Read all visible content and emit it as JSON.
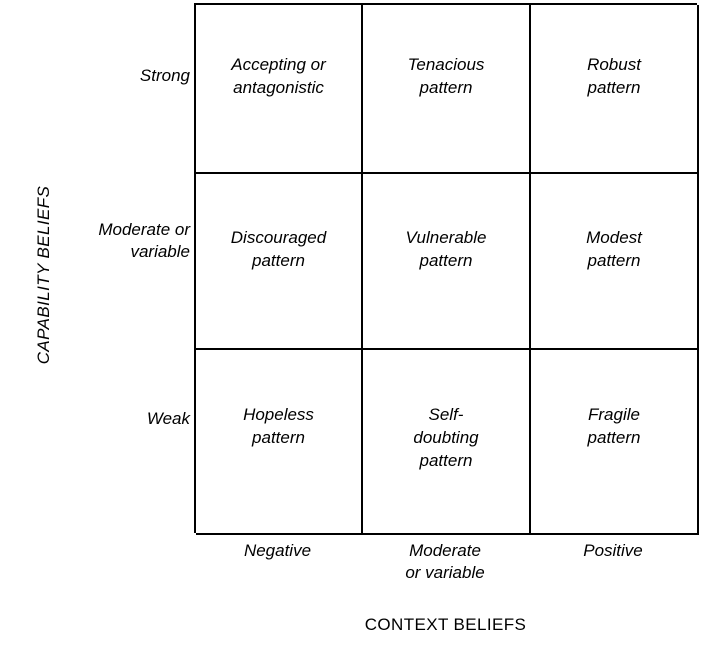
{
  "axes": {
    "y_title": "CAPABILITY BELIEFS",
    "x_title": "CONTEXT BELIEFS",
    "row_labels": [
      "Strong",
      "Moderate or\nvariable",
      "Weak"
    ],
    "col_labels": [
      "Negative",
      "Moderate\nor variable",
      "Positive"
    ]
  },
  "matrix": {
    "cells": [
      [
        "Accepting or\nantagonistic",
        "Tenacious\npattern",
        "Robust\npattern"
      ],
      [
        "Discouraged\npattern",
        "Vulnerable\npattern",
        "Modest\npattern"
      ],
      [
        "Hopeless\npattern",
        "Self-\ndoubting\npattern",
        "Fragile\npattern"
      ]
    ]
  },
  "style": {
    "line_color": "#000000",
    "background": "#ffffff",
    "text_color": "#000000"
  }
}
